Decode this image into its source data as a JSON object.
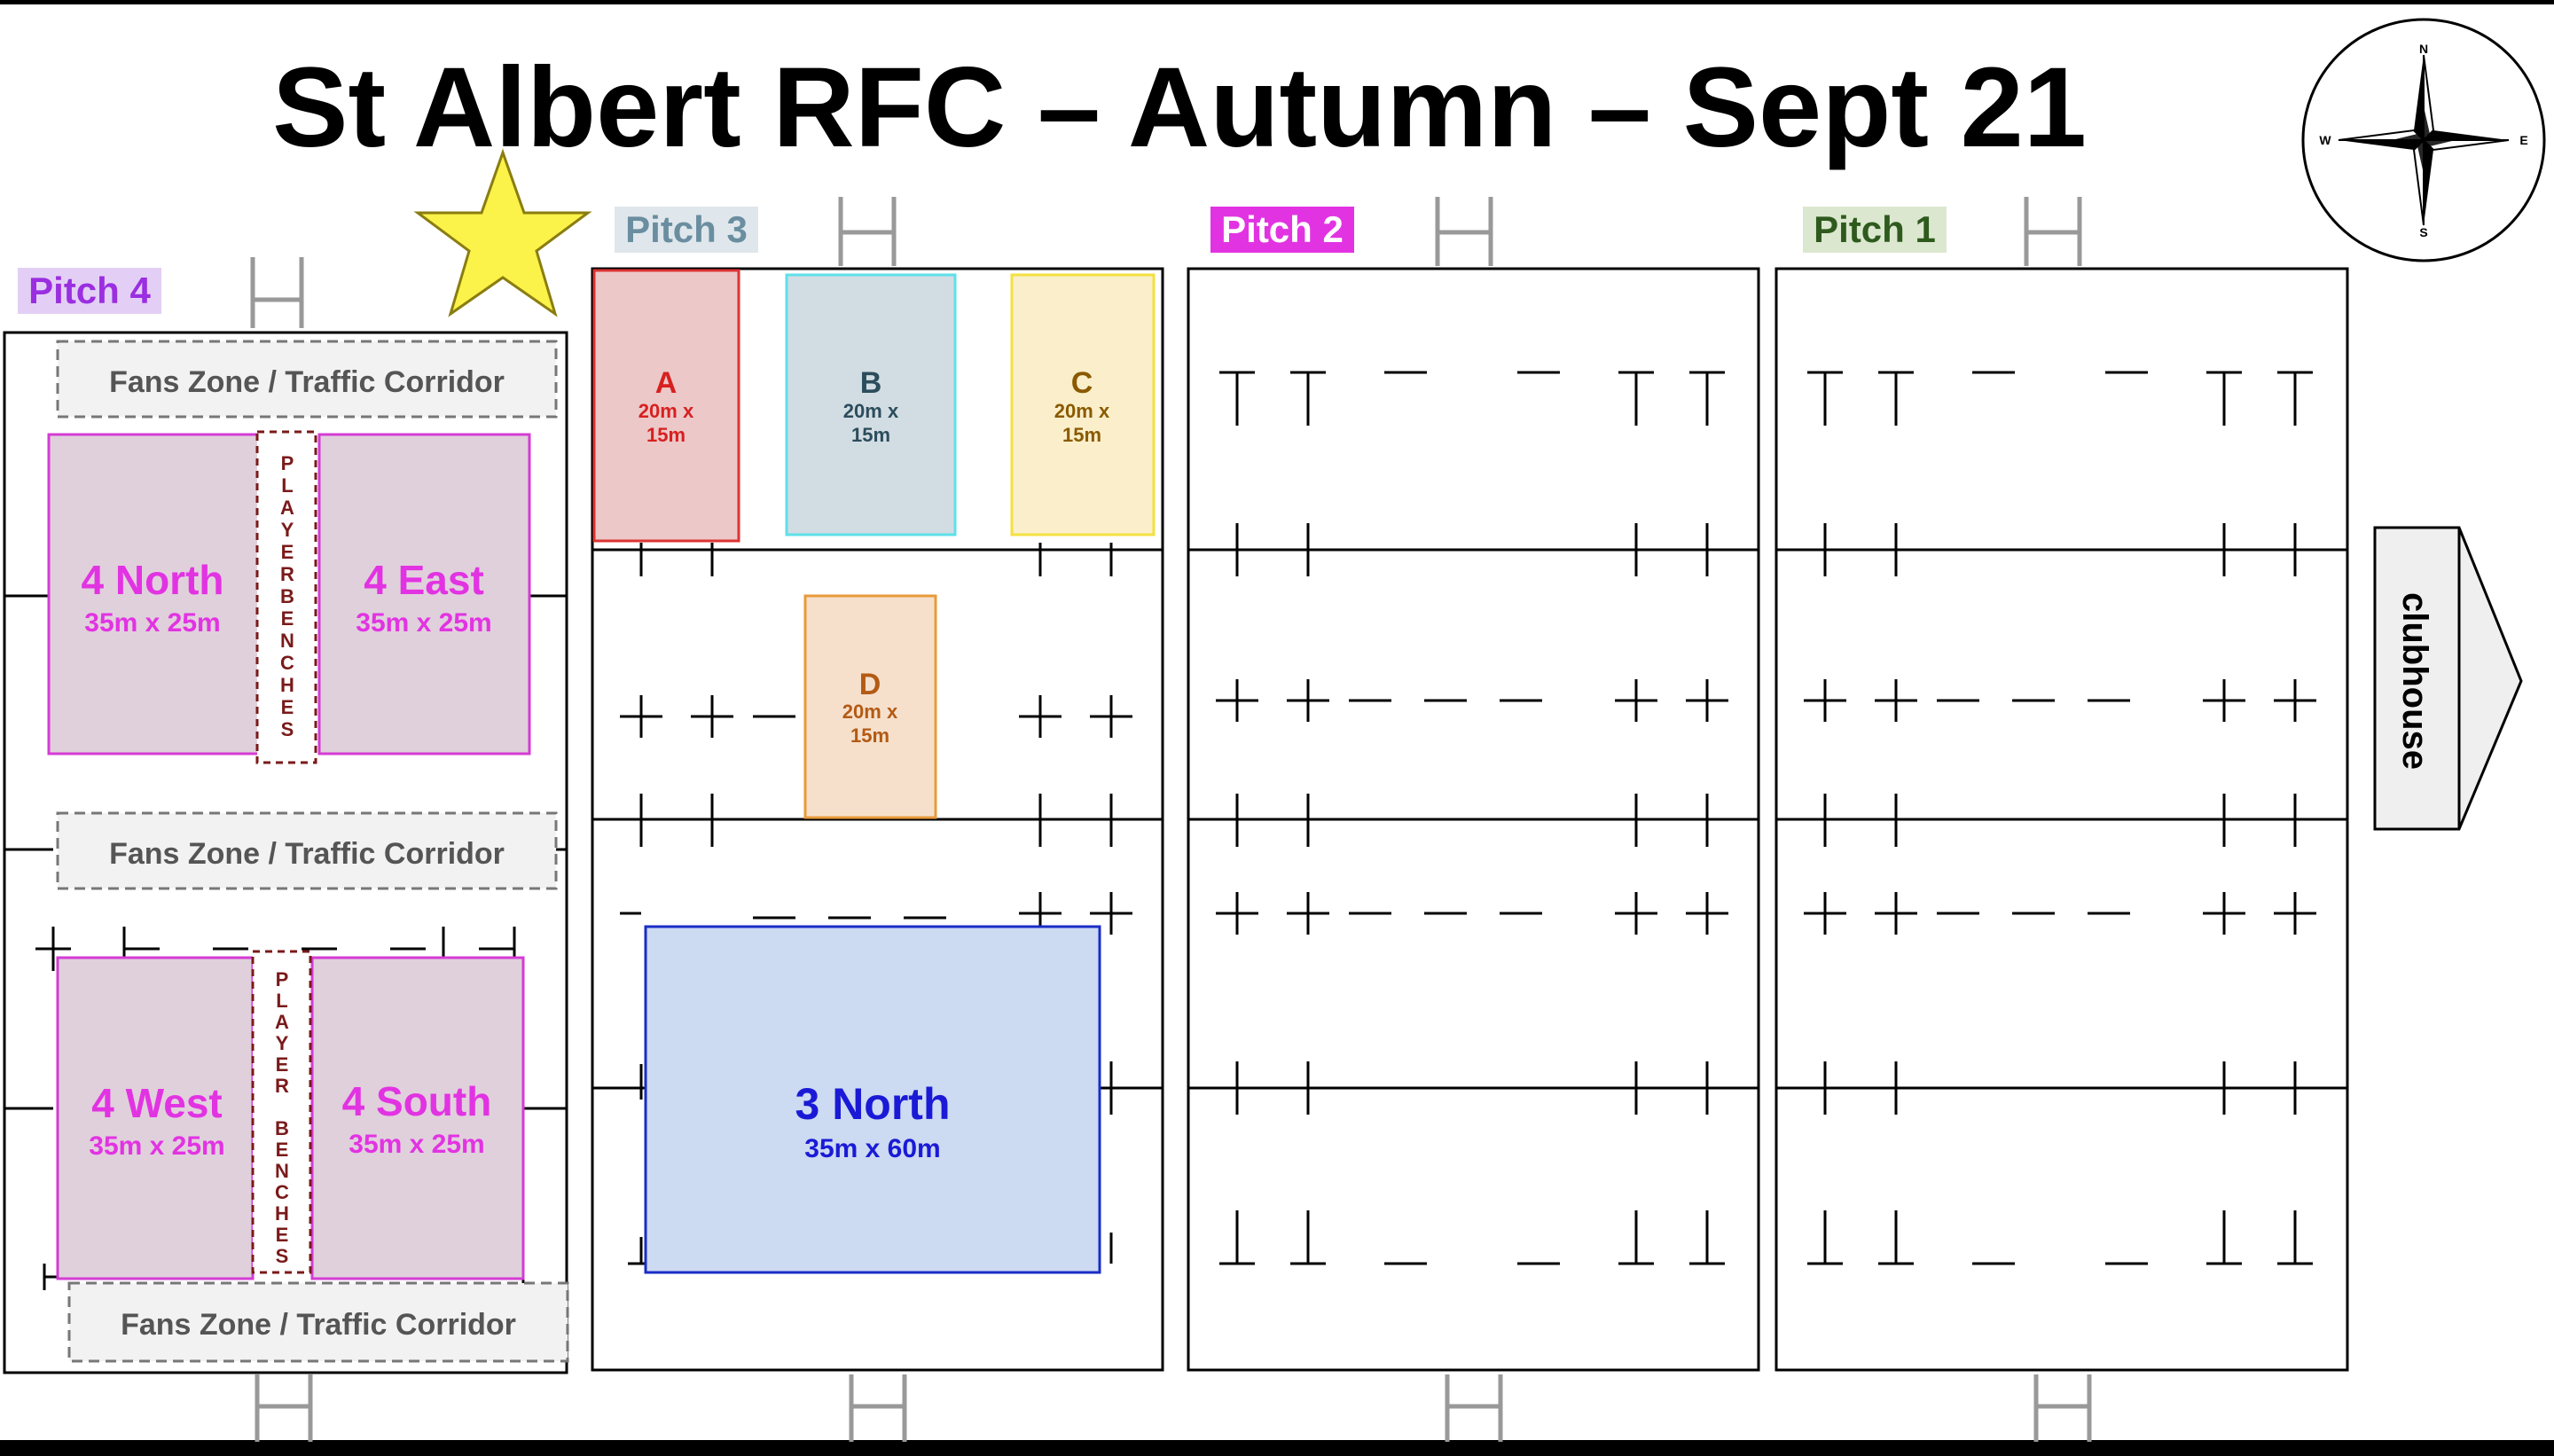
{
  "title": "St Albert RFC – Autumn – Sept 21",
  "compass": {
    "n": "N",
    "s": "S",
    "e": "E",
    "w": "W"
  },
  "pitches": {
    "pitch4": {
      "label": "Pitch 4",
      "color": "#9a2ee0",
      "bg": "#e3cff5"
    },
    "pitch3": {
      "label": "Pitch 3",
      "color": "#6a8ea0",
      "bg": "#dfe7ec"
    },
    "pitch2": {
      "label": "Pitch 2",
      "color": "#ffffff",
      "bg": "#e233e2"
    },
    "pitch1": {
      "label": "Pitch 1",
      "color": "#2f5a1e",
      "bg": "#dbe8cf"
    }
  },
  "fans_zone": "Fans Zone / Traffic Corridor",
  "player_benches_top": "PLAYERBENCHES",
  "player_benches_bottom": "PLAYER BENCHES",
  "fields4": [
    {
      "name": "4 North",
      "size": "35m x 25m"
    },
    {
      "name": "4 East",
      "size": "35m x 25m"
    },
    {
      "name": "4 West",
      "size": "35m x 25m"
    },
    {
      "name": "4 South",
      "size": "35m x 25m"
    }
  ],
  "small_fields": [
    {
      "name": "A",
      "size1": "20m x",
      "size2": "15m",
      "text": "#d82020",
      "fill": "#ecc8c8",
      "stroke": "#dd3333"
    },
    {
      "name": "B",
      "size1": "20m x",
      "size2": "15m",
      "text": "#2c4d5c",
      "fill": "#d2dde3",
      "stroke": "#5ee0ea"
    },
    {
      "name": "C",
      "size1": "20m x",
      "size2": "15m",
      "text": "#8a5a00",
      "fill": "#faefca",
      "stroke": "#f3e040"
    },
    {
      "name": "D",
      "size1": "20m x",
      "size2": "15m",
      "text": "#b35a14",
      "fill": "#f6e0cc",
      "stroke": "#e89a3a"
    }
  ],
  "field3north": {
    "name": "3 North",
    "size": "35m x 60m"
  },
  "clubhouse": "clubhouse"
}
